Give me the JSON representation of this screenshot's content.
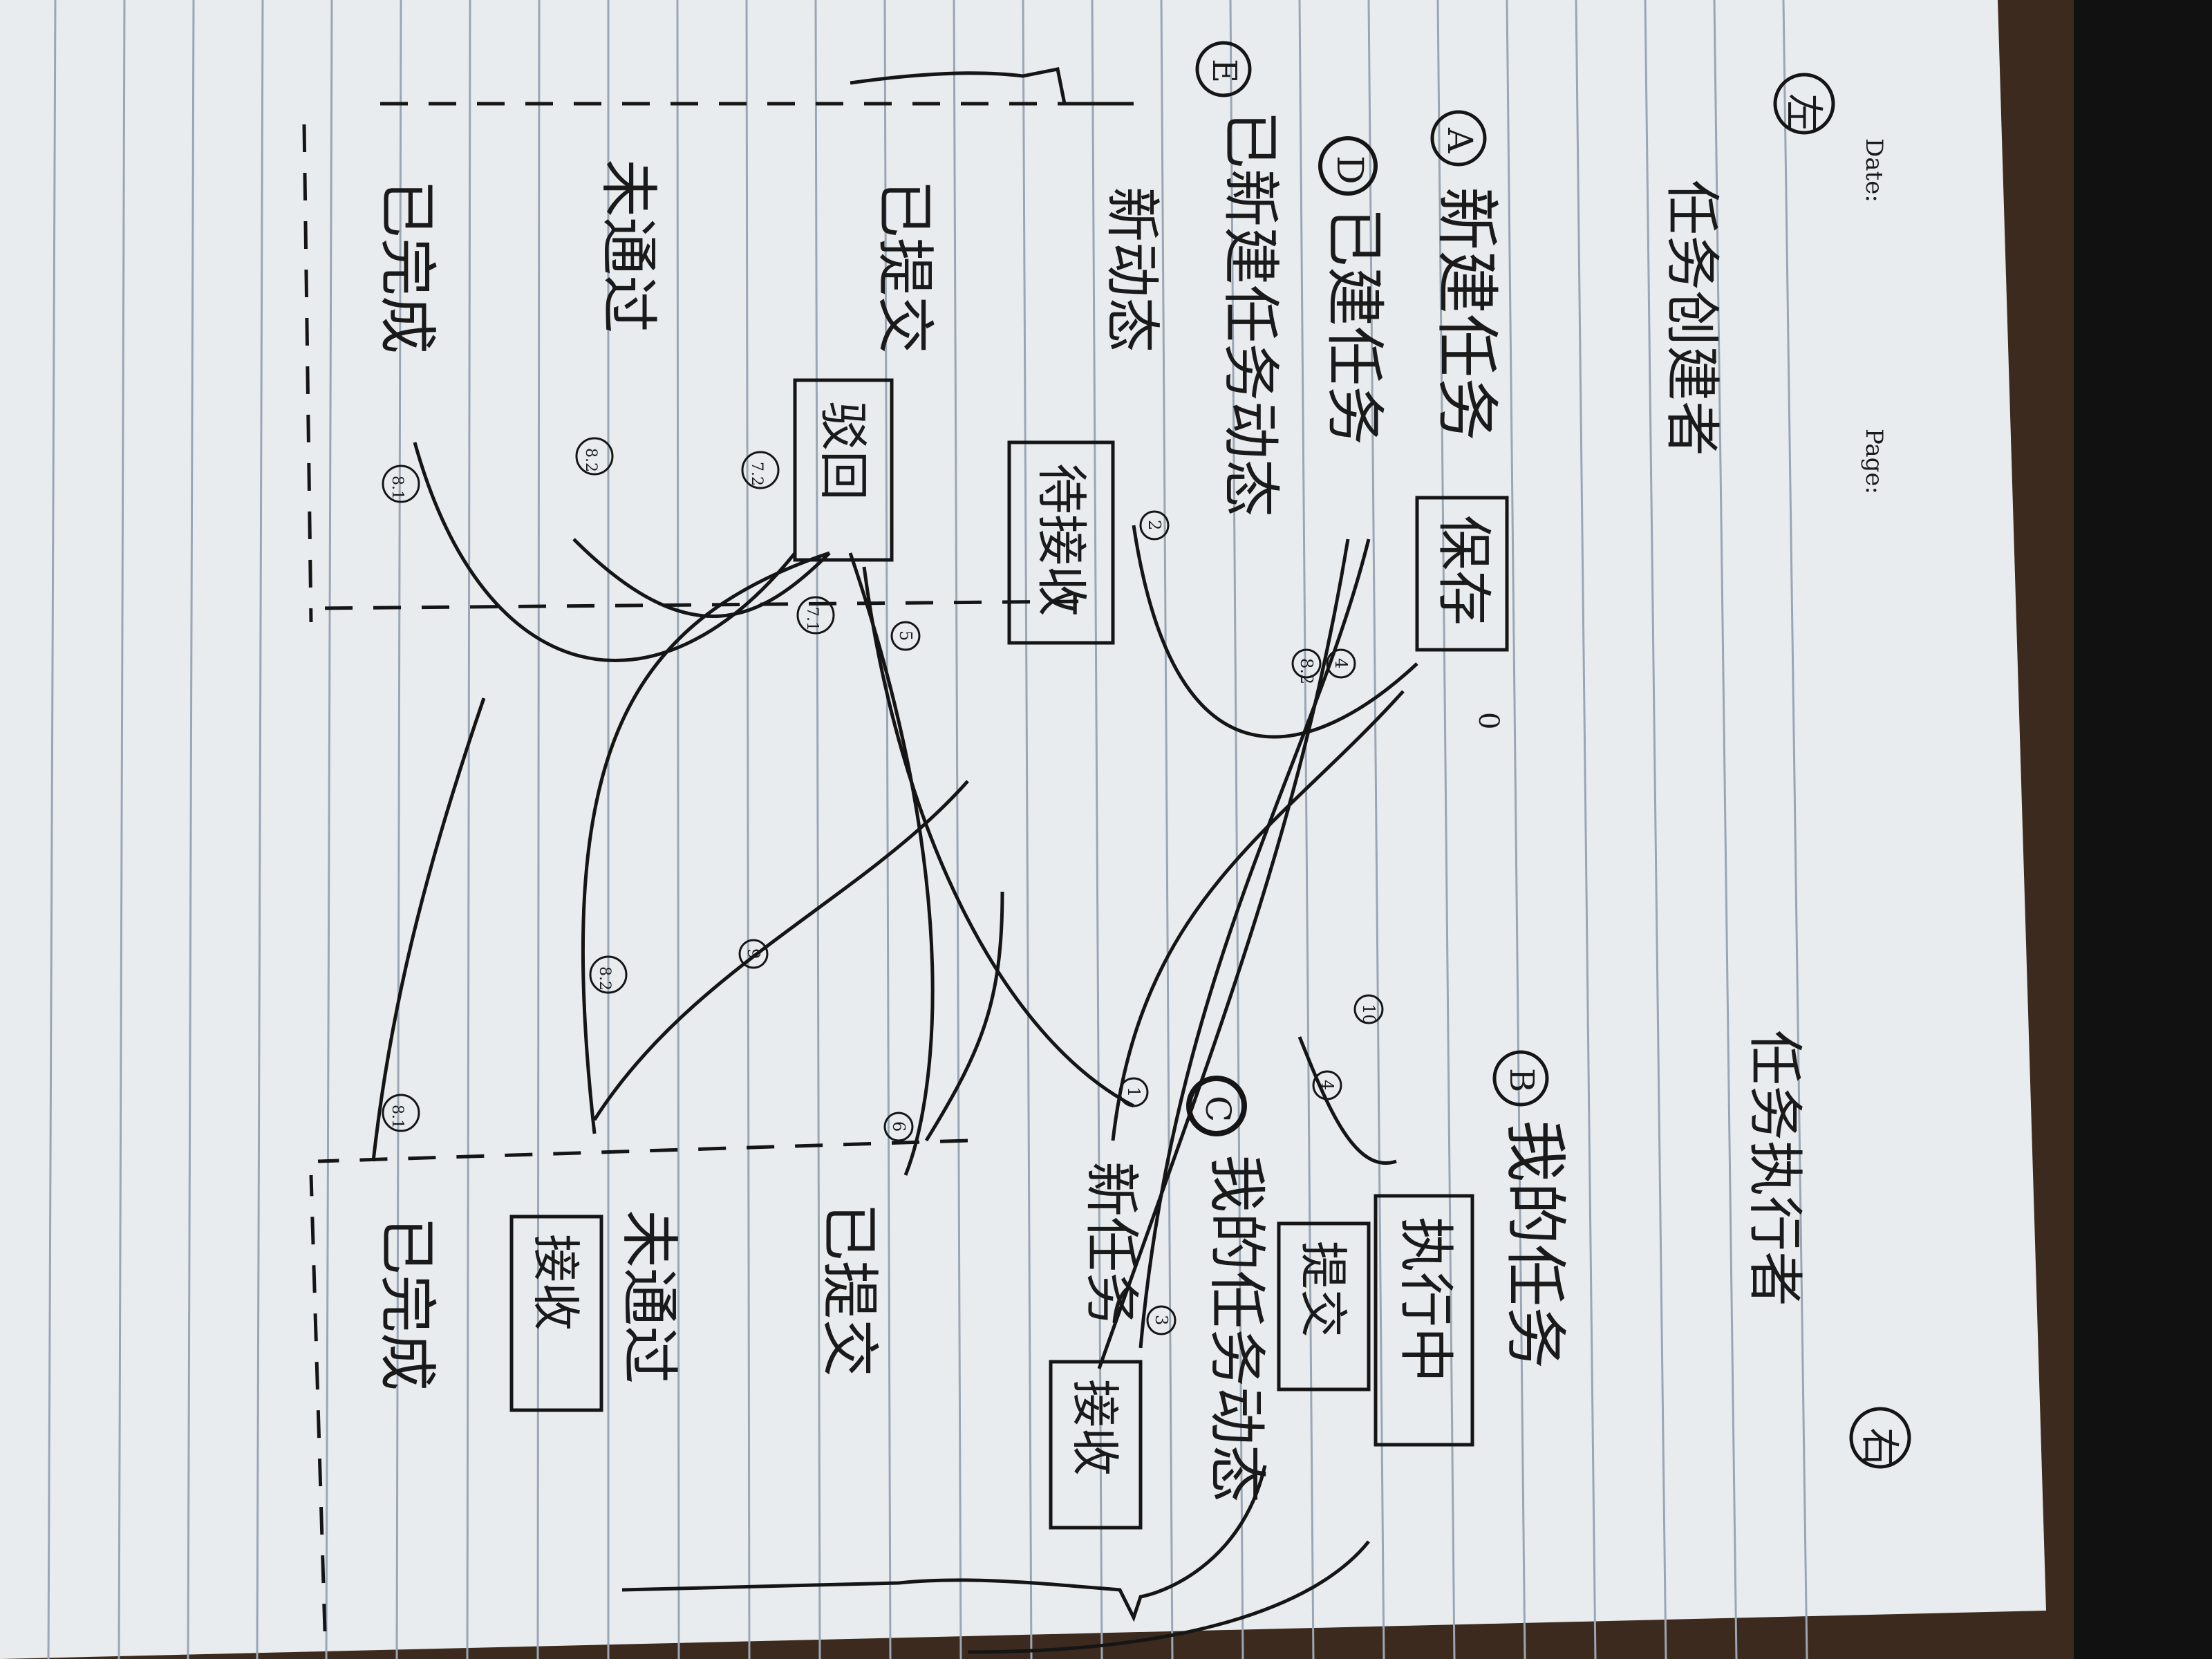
{
  "photo": {
    "description_colors": {
      "paper": "#e9ecee",
      "rule_line": "#9aa6b4",
      "ink": "#151515",
      "table": "#3c2a1e",
      "binder": "#111111"
    }
  },
  "page_header": {
    "date_label": "Date:",
    "page_label": "Page:",
    "left_marker": "左",
    "right_marker": "右"
  },
  "left_column": {
    "title": "任务创建者",
    "nodes": [
      {
        "id": "A",
        "label": "新建任务",
        "box": "保存",
        "step": "0"
      },
      {
        "id": "D",
        "label": "已建任务"
      },
      {
        "id": "E",
        "label": "已新建任务动态",
        "sub_label": "新动态",
        "box": "待接收"
      },
      {
        "label": "已提交",
        "box": "驳回"
      },
      {
        "label": "未通过"
      },
      {
        "label": "已完成"
      }
    ]
  },
  "right_column": {
    "title": "任务执行者",
    "nodes": [
      {
        "id": "B",
        "label": "我的任务",
        "box": "执行中"
      },
      {
        "id": "C",
        "label": "我的任务动态",
        "sub_label": "新任务",
        "box": "接收",
        "box2": "提交"
      },
      {
        "label": "已提交"
      },
      {
        "label": "未通过",
        "box": "接收"
      },
      {
        "label": "已完成"
      }
    ]
  },
  "step_markers": [
    "0",
    "1",
    "2",
    "3",
    "4",
    "5",
    "6",
    "7.1",
    "7.2",
    "8.1",
    "8.2",
    "9",
    "10"
  ]
}
